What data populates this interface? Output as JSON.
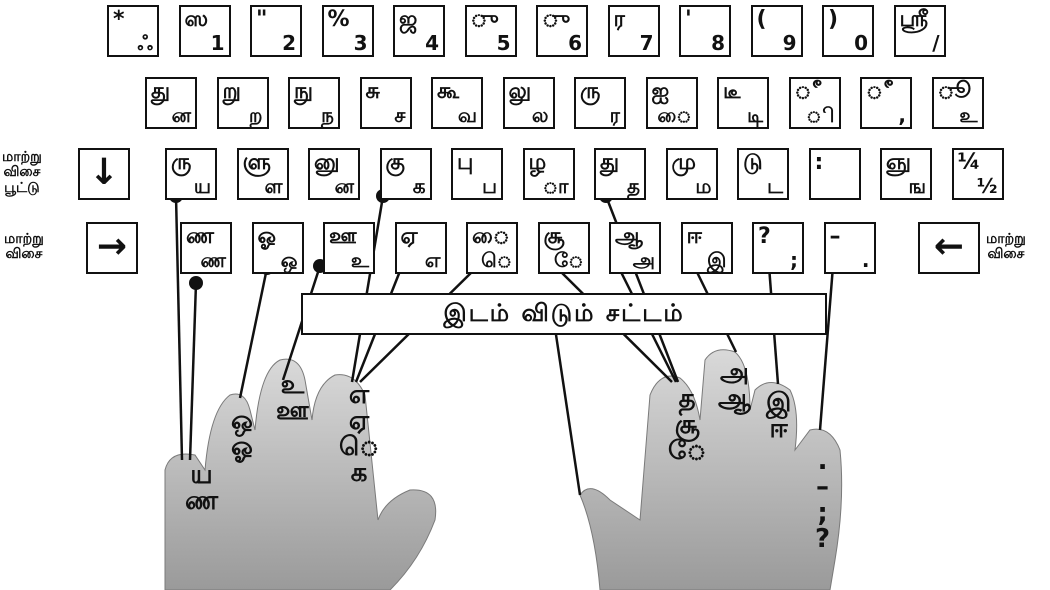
{
  "row1": [
    {
      "top": "*",
      "bot": "ஃ"
    },
    {
      "top": "ஸ",
      "bot": "1"
    },
    {
      "top": "\"",
      "bot": "2"
    },
    {
      "top": "%",
      "bot": "3"
    },
    {
      "top": "ஜ",
      "bot": "4"
    },
    {
      "top": "ு",
      "bot": "5"
    },
    {
      "top": "ு",
      "bot": "6"
    },
    {
      "top": "ர",
      "bot": "7"
    },
    {
      "top": "'",
      "bot": "8"
    },
    {
      "top": "(",
      "bot": "9"
    },
    {
      "top": ")",
      "bot": "0"
    },
    {
      "top": "ஸ்ரீ",
      "bot": "/"
    }
  ],
  "row2": [
    {
      "top": "து",
      "bot": "ன"
    },
    {
      "top": "று",
      "bot": "ற"
    },
    {
      "top": "நு",
      "bot": "ந"
    },
    {
      "top": "சு",
      "bot": "ச"
    },
    {
      "top": "கூ",
      "bot": "வ"
    },
    {
      "top": "லு",
      "bot": "ல"
    },
    {
      "top": "ரு",
      "bot": "ர"
    },
    {
      "top": "ஐ",
      "bot": "ை"
    },
    {
      "top": "டீ",
      "bot": "டி"
    },
    {
      "top": "ீ",
      "bot": "ி"
    },
    {
      "top": "ீ",
      "bot": ","
    },
    {
      "top": "ூ",
      "bot": "உ"
    }
  ],
  "row3": [
    {
      "top": "ரு",
      "bot": "ய"
    },
    {
      "top": "ளு",
      "bot": "ள"
    },
    {
      "top": "னு",
      "bot": "ன"
    },
    {
      "top": "கு",
      "bot": "க"
    },
    {
      "top": "பு",
      "bot": "ப"
    },
    {
      "top": "ழ",
      "bot": "ா"
    },
    {
      "top": "து",
      "bot": "த"
    },
    {
      "top": "மு",
      "bot": "ம"
    },
    {
      "top": "டு",
      "bot": "ட"
    },
    {
      "top": ":",
      "bot": ""
    },
    {
      "top": "ஞு",
      "bot": "ங"
    },
    {
      "top": "¼",
      "bot": "½"
    }
  ],
  "row4": [
    {
      "top": "ண",
      "bot": "ண"
    },
    {
      "top": "ஓ",
      "bot": "ஒ"
    },
    {
      "top": "ஊ",
      "bot": "உ"
    },
    {
      "top": "ஏ",
      "bot": "எ"
    },
    {
      "top": "ை",
      "bot": "ெ"
    },
    {
      "top": "சூ",
      "bot": "ே"
    },
    {
      "top": "ஆ",
      "bot": "அ"
    },
    {
      "top": "ஈ",
      "bot": "இ"
    },
    {
      "top": "?",
      "bot": ";"
    },
    {
      "top": "–",
      "bot": "."
    }
  ],
  "left_labels": {
    "lock": "மாற்று\nவிசை\nபூட்டு",
    "shift_left": "மாற்று\nவிசை",
    "shift_right": "மாற்று\nவிசை"
  },
  "space_label": "இடம் விடும் சட்டம்",
  "arrows": {
    "down": "↓",
    "right": "→",
    "left": "←"
  },
  "finger_labels": [
    {
      "id": "left-pinky",
      "lines": [
        "ய",
        "ண"
      ]
    },
    {
      "id": "left-ring",
      "lines": [
        "ஒ",
        "ஓ"
      ]
    },
    {
      "id": "left-middle",
      "lines": [
        "உ",
        "ஊ"
      ]
    },
    {
      "id": "left-index",
      "lines": [
        "எ",
        "ஏ",
        "ெ",
        "க"
      ]
    },
    {
      "id": "right-index",
      "lines": [
        "த",
        "சூ",
        "ே"
      ]
    },
    {
      "id": "right-middle",
      "lines": [
        "அ",
        "ஆ"
      ]
    },
    {
      "id": "right-ring",
      "lines": [
        "இ",
        "ஈ"
      ]
    },
    {
      "id": "right-pinky",
      "lines": [
        ".",
        "–",
        ";",
        "?"
      ]
    }
  ]
}
